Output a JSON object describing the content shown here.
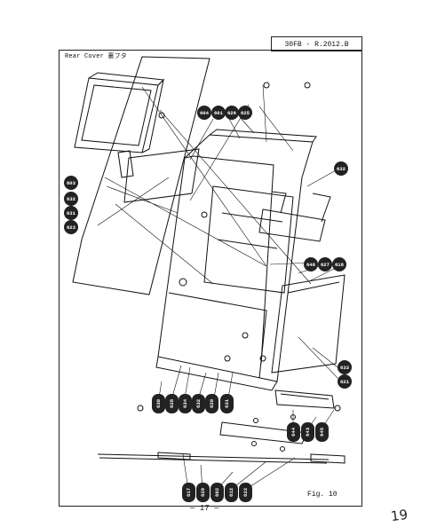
{
  "header": {
    "code": "30FB - R.2012.B"
  },
  "title": "Rear Cover  裏フタ",
  "figure_label": "Fig. 10",
  "page_number": "— 17 —",
  "handwritten": "19",
  "callouts": {
    "c604": "604",
    "c601": "601",
    "c626": "626",
    "c625": "625",
    "c632a": "632",
    "c603": "603",
    "c632b": "632",
    "c631a": "631",
    "c623": "623",
    "c648": "648",
    "c627": "627",
    "c618": "618",
    "c633": "633",
    "c621": "621",
    "c630": "630",
    "c628": "628",
    "c634": "634",
    "c632c": "632",
    "c620": "620",
    "c631b": "631",
    "c644": "644",
    "c643": "643",
    "c645": "645",
    "c617": "617",
    "c629": "629",
    "c602": "602",
    "c612": "612",
    "c622": "622"
  }
}
